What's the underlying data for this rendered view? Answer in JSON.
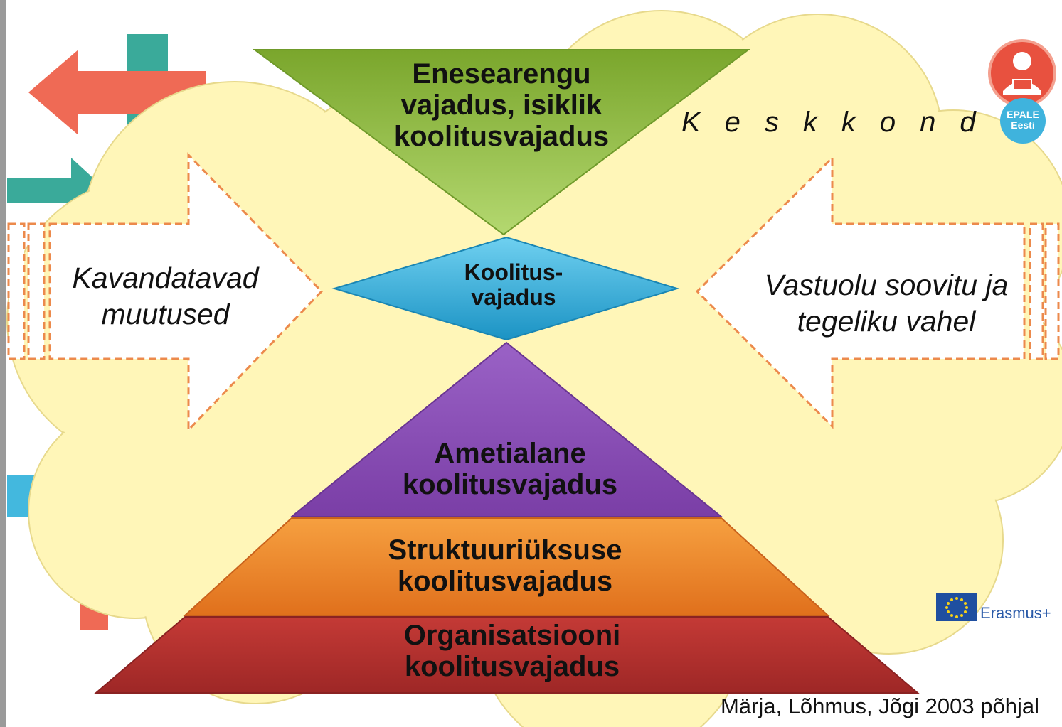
{
  "diagram": {
    "top_triangle": {
      "lines": [
        "Enesearengu",
        "vajadus, isiklik",
        "koolitusvajadus"
      ],
      "color": "#8dbb3b"
    },
    "center_diamond": {
      "lines": [
        "Koolitus-",
        "vajadus"
      ],
      "color": "#3fb3dd"
    },
    "left_arrow": {
      "lines": [
        "Kavandatavad",
        "muutused"
      ]
    },
    "right_arrow": {
      "lines": [
        "Vastuolu soovitu ja",
        "tegeliku vahel"
      ]
    },
    "pyramid_top": {
      "lines": [
        "Ametialane",
        "koolitusvajadus"
      ],
      "color": "#8a4fb5"
    },
    "pyramid_middle": {
      "lines": [
        "Struktuuriüksuse",
        "koolitusvajadus"
      ],
      "color": "#e97e22"
    },
    "pyramid_bottom": {
      "lines": [
        "Organisatsiooni",
        "koolitusvajadus"
      ],
      "color": "#b5302f"
    },
    "environment_label": "Keskkond",
    "cloud_color": "#fff6b8"
  },
  "credit": "Märja, Lõhmus, Jõgi 2003 põhjal",
  "logos": {
    "epale_line1": "EPALE",
    "epale_line2": "Eesti",
    "erasmus": "Erasmus+"
  },
  "icons": [
    "person-reading-icon",
    "eu-flag-icon"
  ]
}
